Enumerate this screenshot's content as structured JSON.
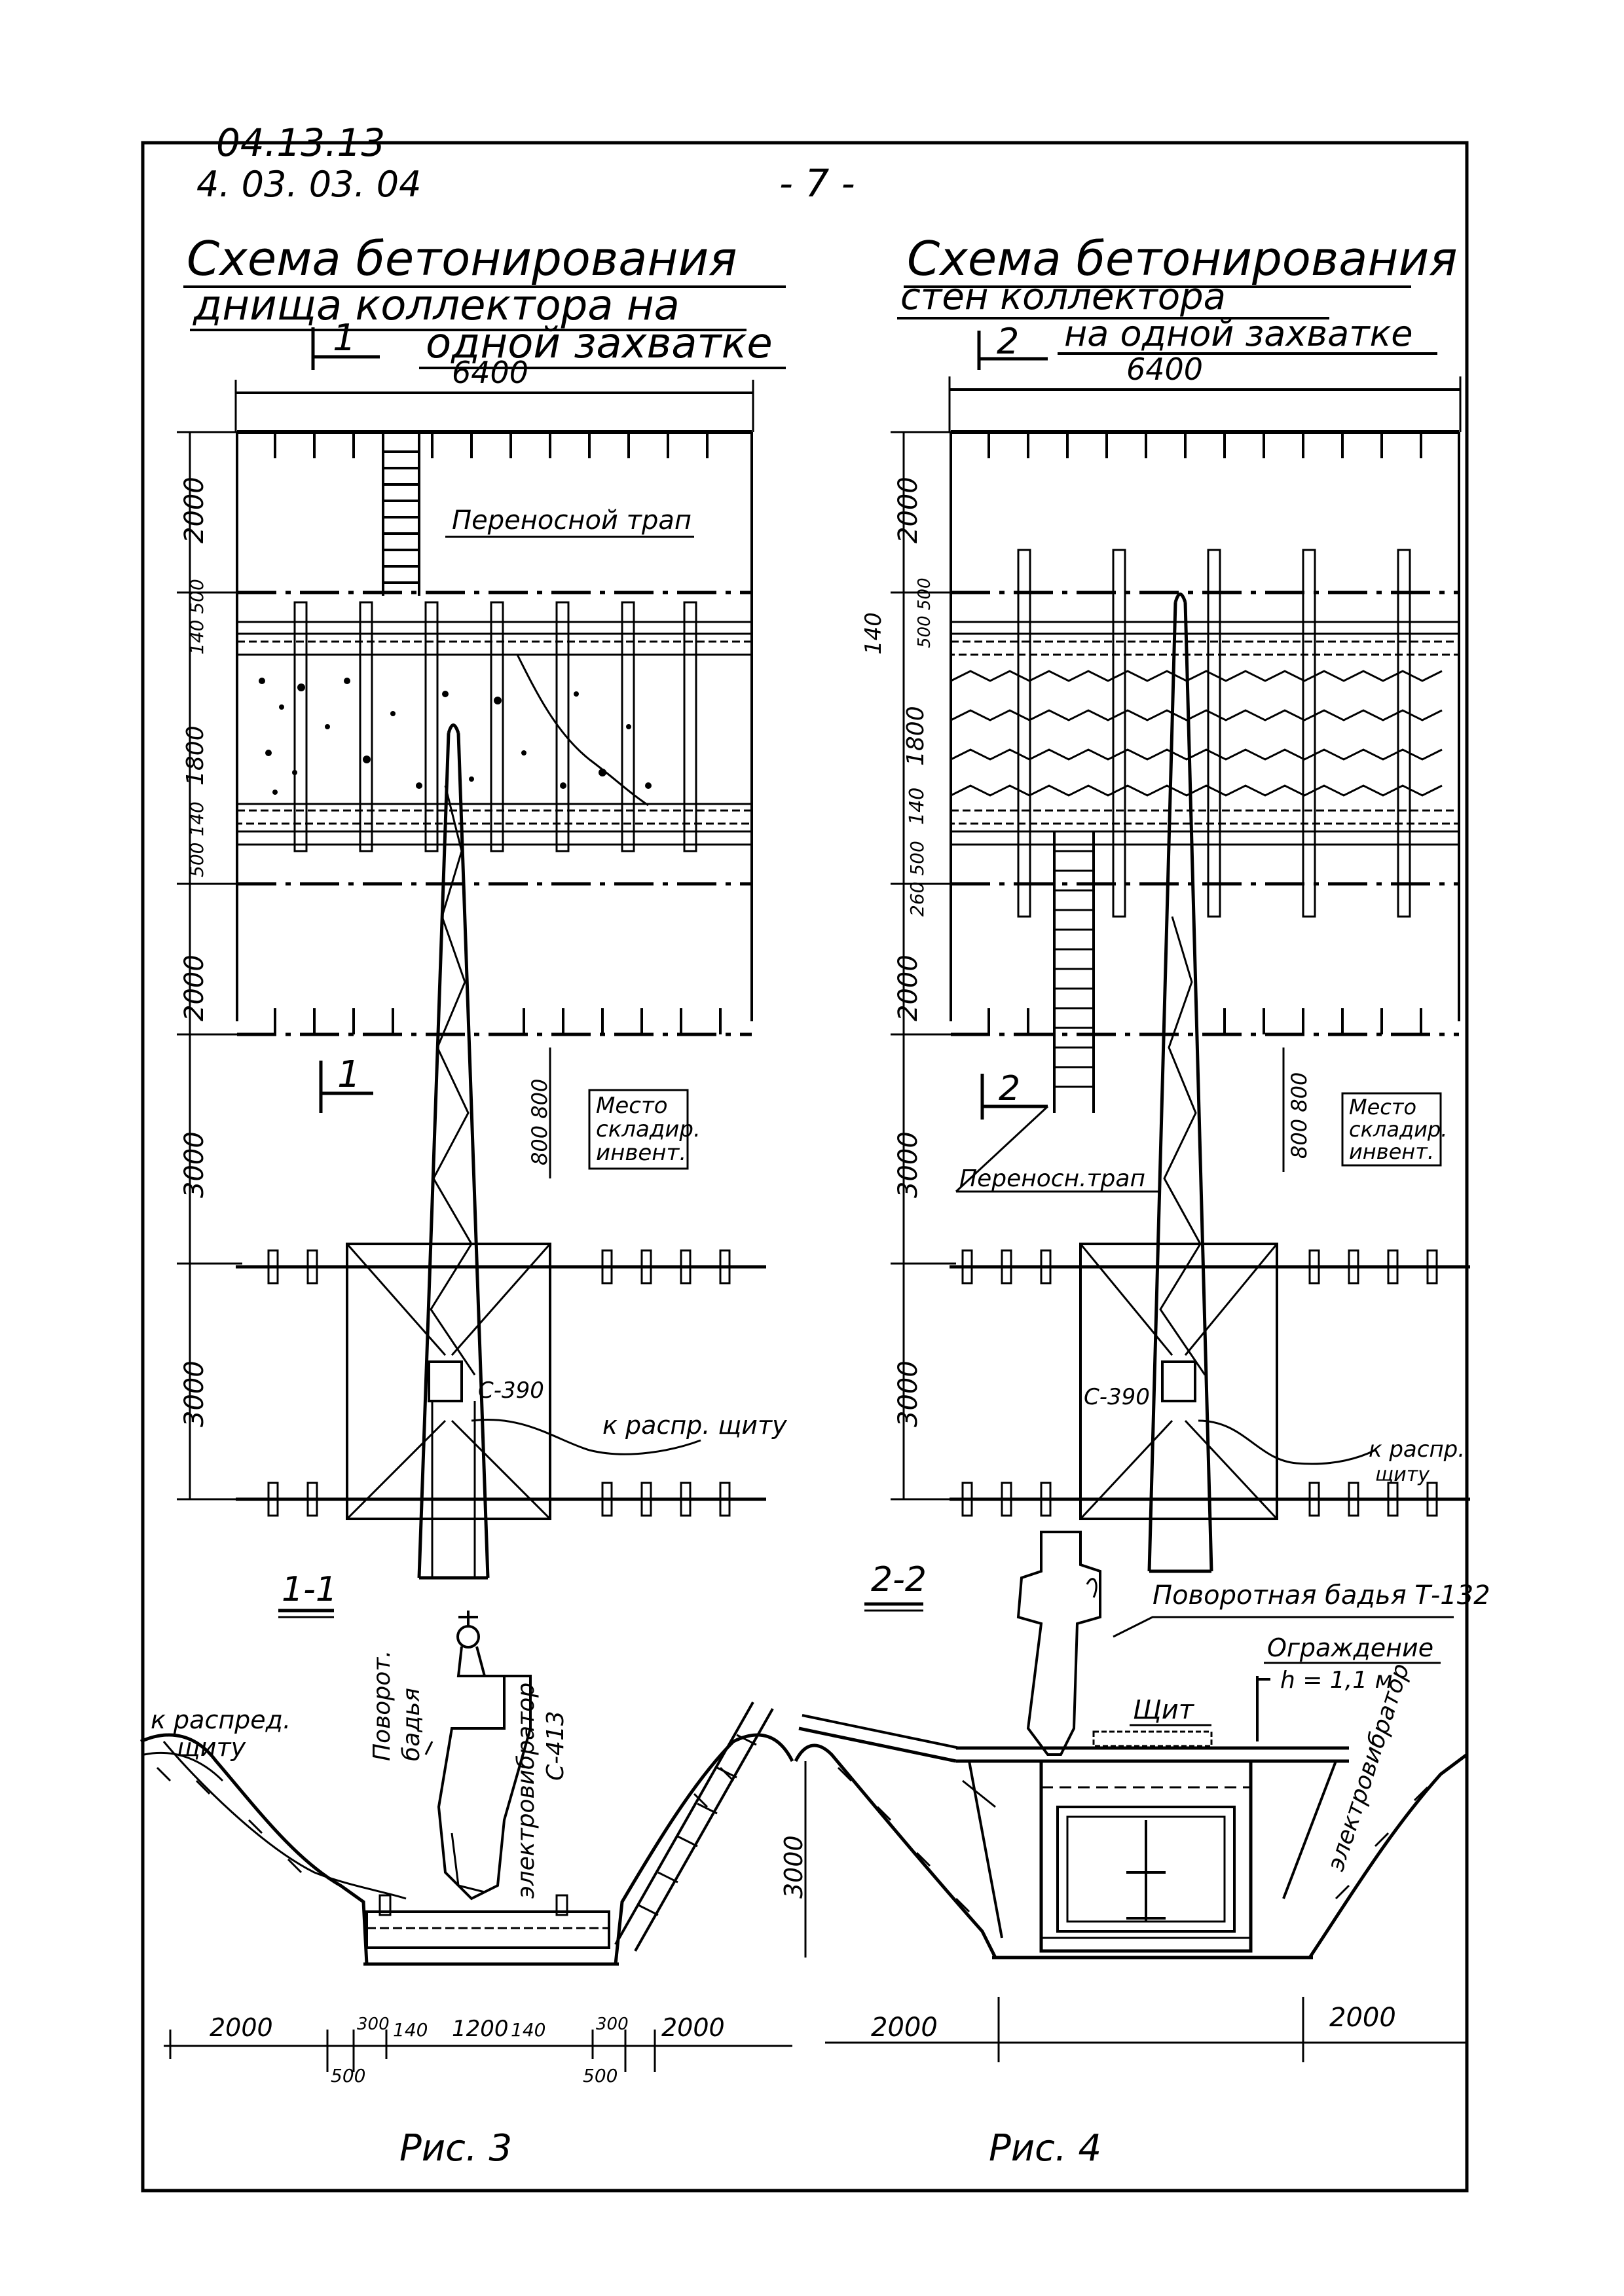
{
  "header": {
    "code_struck": "04.13.13",
    "code": "4. 03. 03. 04",
    "page_number": "- 7 -"
  },
  "fig3": {
    "title_line1": "Схема   бетонирования",
    "title_line2": "днища   коллектора   на",
    "title_line3": "одной   захватке",
    "section_mark": "1",
    "span_dimension": "6400",
    "ladder_label": "Переносной трап",
    "storage_label": [
      "Место",
      "складир.",
      "инвент."
    ],
    "storage_dims": "800  800",
    "vibrator_label": "С-390",
    "cable_label": "к распр. щиту",
    "left_dims": [
      "2000",
      "140 500",
      "1800",
      "500 140",
      "2000",
      "3000",
      "3000"
    ],
    "section_title": "1-1",
    "section_labels": {
      "bucket": [
        "Поворот.",
        "бадья"
      ],
      "vibrator": [
        "электровибратор",
        "С-413"
      ],
      "cable": [
        "к распред.",
        "щиту"
      ]
    },
    "bottom_dims": [
      "2000",
      "300",
      "140",
      "1200",
      "140",
      "300",
      "2000"
    ],
    "bottom_sub_dims": [
      "500",
      "500"
    ],
    "caption": "Рис. 3"
  },
  "fig4": {
    "title_line1": "Схема   бетонирования",
    "title_line2": "стен   коллектора",
    "title_line3": "на одной захватке",
    "section_mark": "2",
    "span_dimension": "6400",
    "ladder_label": "Переносн.трап",
    "storage_label": [
      "Место",
      "складир.",
      "инвент."
    ],
    "storage_dims": "800  800",
    "vibrator_label": "С-390",
    "cable_label": [
      "к распр.",
      "щиту"
    ],
    "left_dims": [
      "2000",
      "500 500",
      "140",
      "1800",
      "140",
      "260 500",
      "2000",
      "3000",
      "3000"
    ],
    "section_title": "2-2",
    "section_labels": {
      "bucket": "Поворотная бадья Т-132",
      "fence": [
        "Ограждение",
        "h = 1,1 м"
      ],
      "shield": "Щит",
      "vibrator": "электровибратор",
      "depth": "3000"
    },
    "bottom_dims": [
      "2000",
      "2000"
    ],
    "caption": "Рис. 4"
  }
}
